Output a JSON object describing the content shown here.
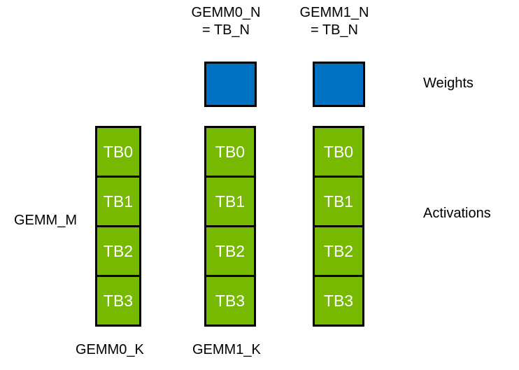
{
  "colors": {
    "weights_fill": "#0070C0",
    "activations_fill": "#76B900",
    "border": "#000000",
    "tb_text": "#FFFFFF",
    "label_text": "#000000",
    "background": "#FFFFFF"
  },
  "top_labels": [
    {
      "line1": "GEMM0_N",
      "line2": "= TB_N"
    },
    {
      "line1": "GEMM1_N",
      "line2": "= TB_N"
    }
  ],
  "side_labels": {
    "weights": "Weights",
    "activations": "Activations",
    "gemm_m": "GEMM_M"
  },
  "bottom_labels": [
    "GEMM0_K",
    "GEMM1_K"
  ],
  "columns": [
    {
      "blocks": [
        "TB0",
        "TB1",
        "TB2",
        "TB3"
      ]
    },
    {
      "blocks": [
        "TB0",
        "TB1",
        "TB2",
        "TB3"
      ]
    },
    {
      "blocks": [
        "TB0",
        "TB1",
        "TB2",
        "TB3"
      ]
    }
  ]
}
